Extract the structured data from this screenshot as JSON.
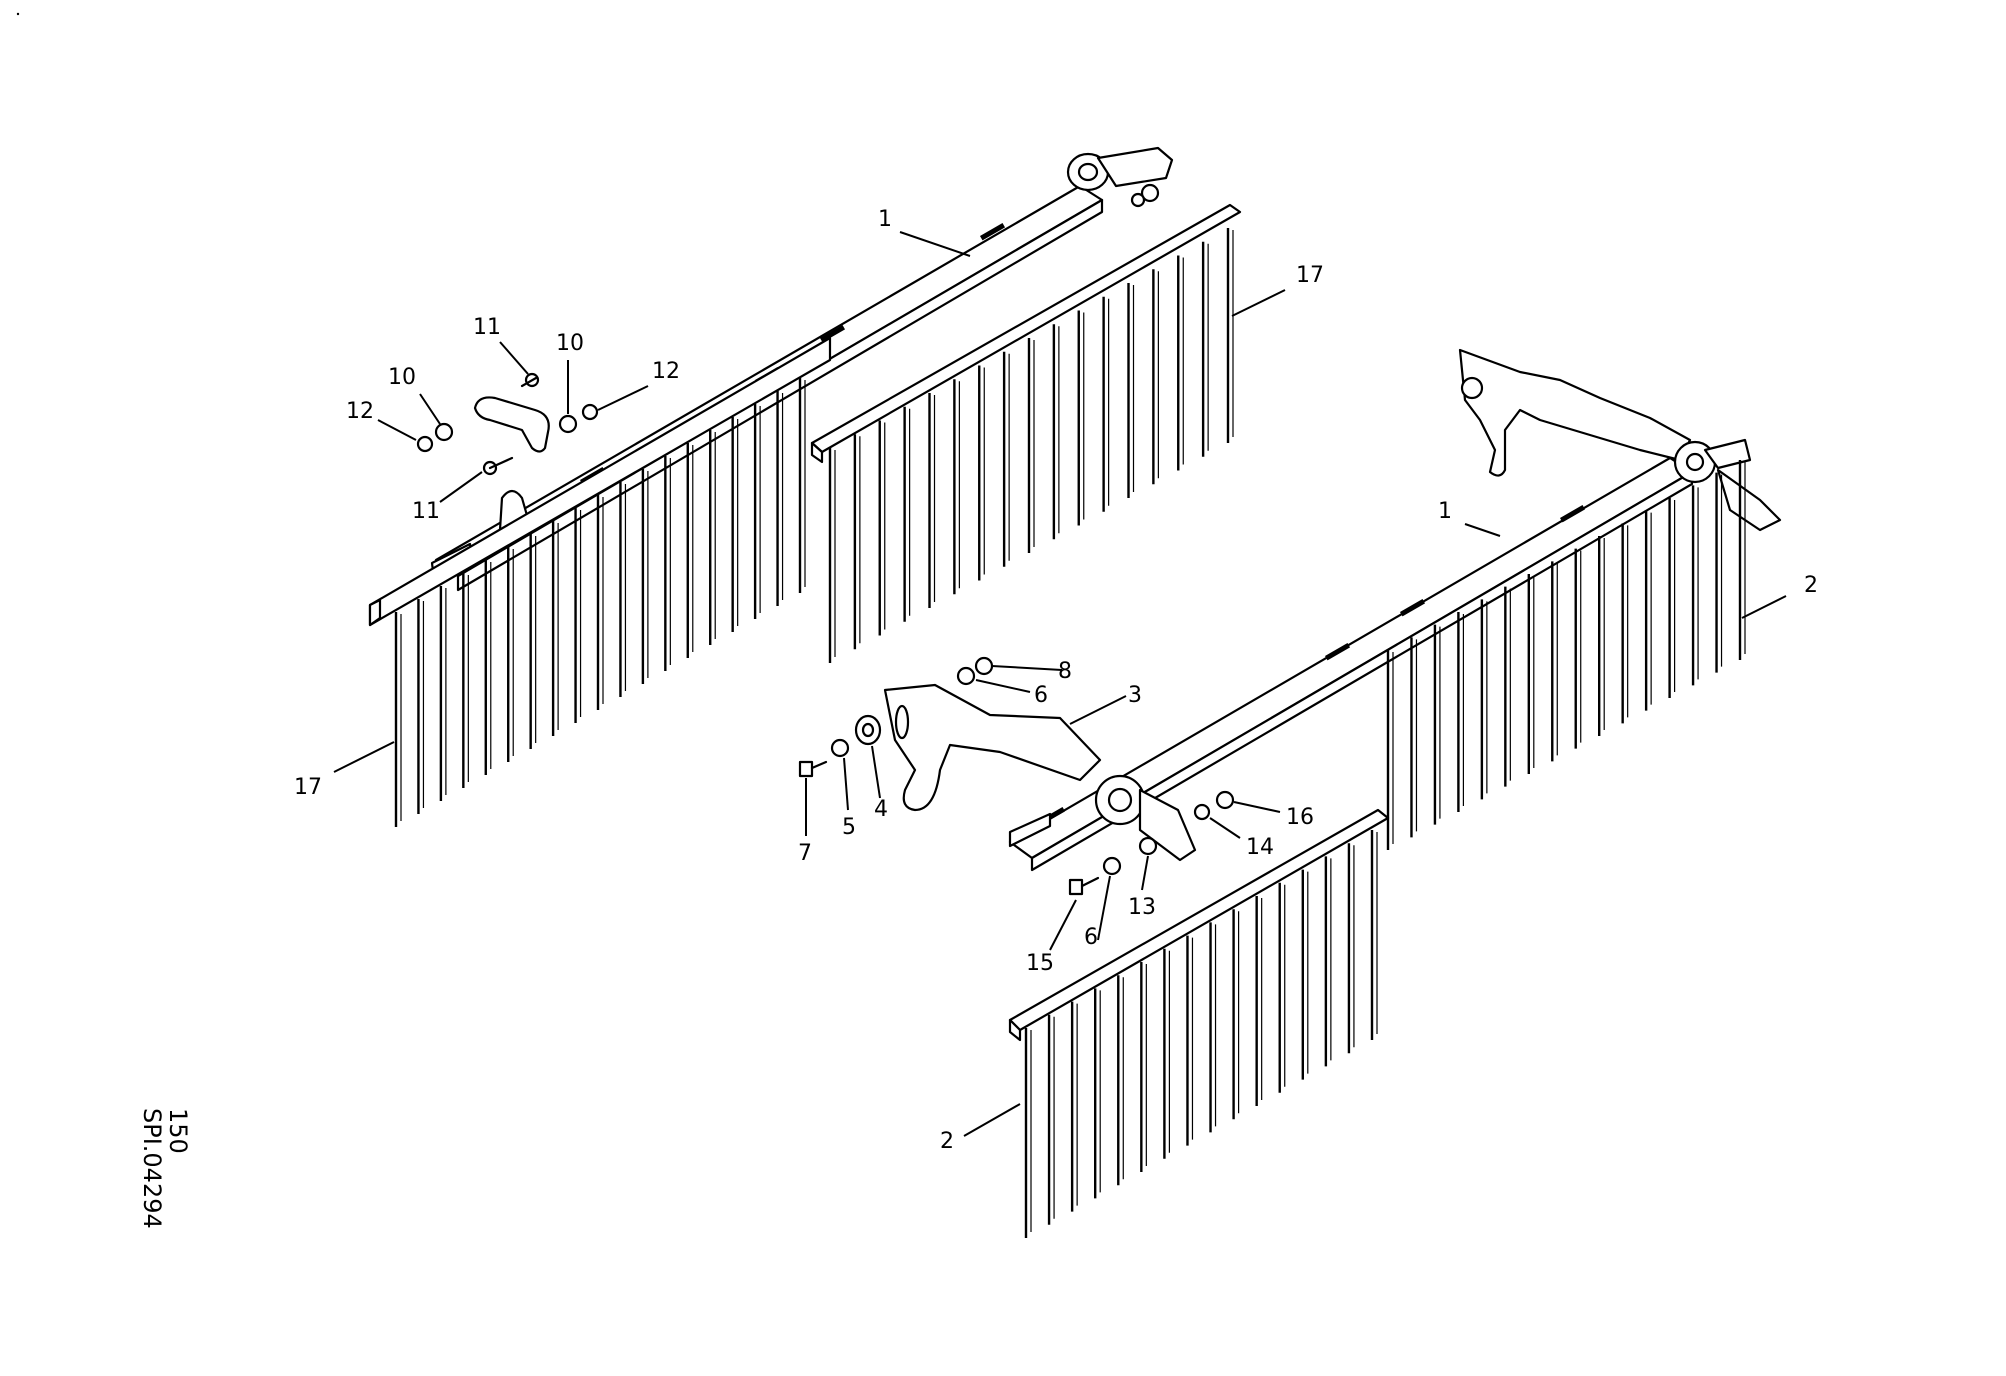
{
  "callouts": [
    {
      "text": "1"
    },
    {
      "text": "17"
    },
    {
      "text": "11"
    },
    {
      "text": "10"
    },
    {
      "text": "12"
    },
    {
      "text": "12"
    },
    {
      "text": "10"
    },
    {
      "text": "11"
    },
    {
      "text": "17"
    },
    {
      "text": "1"
    },
    {
      "text": "2"
    },
    {
      "text": "8"
    },
    {
      "text": "6"
    },
    {
      "text": "3"
    },
    {
      "text": "5"
    },
    {
      "text": "4"
    },
    {
      "text": "7"
    },
    {
      "text": "16"
    },
    {
      "text": "14"
    },
    {
      "text": "13"
    },
    {
      "text": "6"
    },
    {
      "text": "15"
    },
    {
      "text": "2"
    }
  ],
  "drawing": {
    "page_number": "150",
    "code": "SPI.04294"
  }
}
